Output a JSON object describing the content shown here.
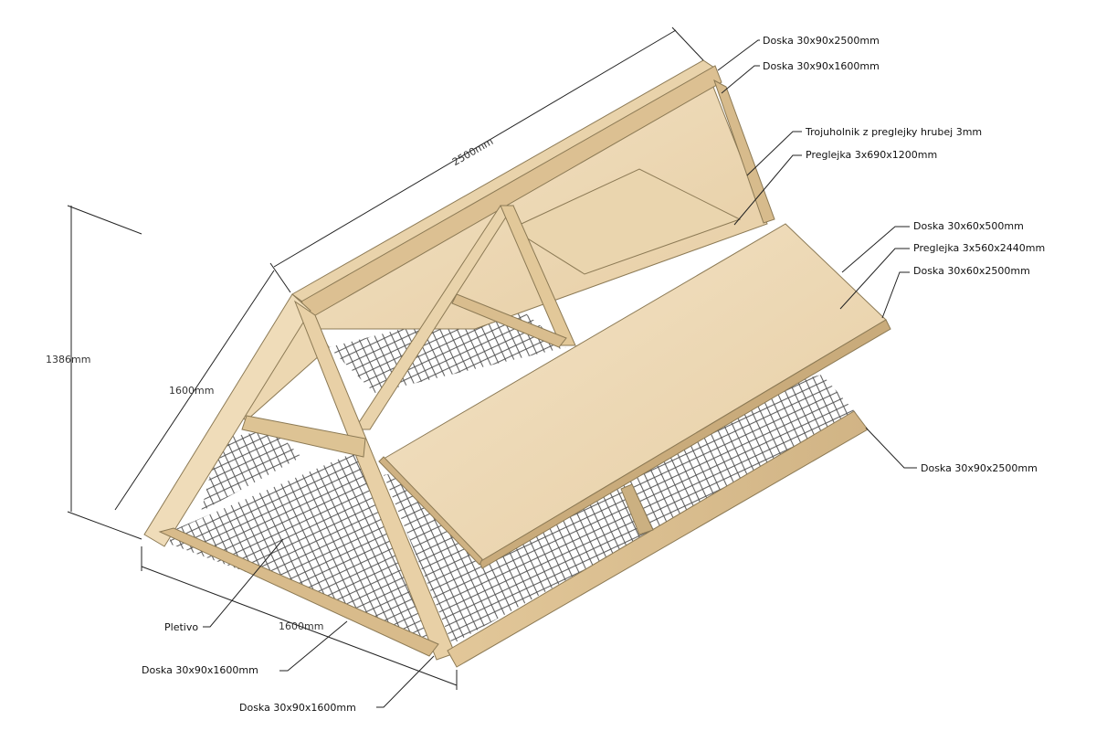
{
  "dimensions": {
    "length_top": "2500mm",
    "side_length": "1600mm",
    "height": "1386mm",
    "base_width": "1600mm"
  },
  "labels": {
    "top_board": "Doska 30x90x2500mm",
    "end_board_top": "Doska 30x90x1600mm",
    "triangle": "Trojuholnik z preglejky hrubej 3mm",
    "plywood_small": "Preglejka 3x690x1200mm",
    "board_500": "Doska 30x60x500mm",
    "plywood_large": "Preglejka 3x560x2440mm",
    "board_2500_lid": "Doska 30x60x2500mm",
    "base_long": "Doska 30x90x2500mm",
    "mesh": "Pletivo",
    "base_end_1": "Doska  30x90x1600mm",
    "base_end_2": "Doska 30x90x1600mm"
  },
  "colors": {
    "wood_light": "#f1dfc0",
    "wood_mid": "#e7cfa6",
    "wood_dark": "#d3b889",
    "mesh": "#555555"
  }
}
